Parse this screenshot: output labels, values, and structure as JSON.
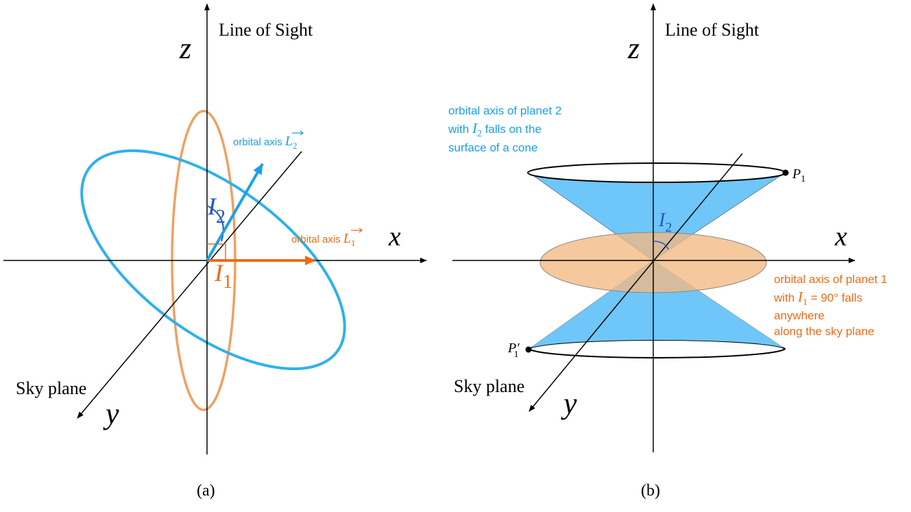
{
  "colors": {
    "orange": "#f0a060",
    "orange_text": "#ee6a15",
    "orange_fill": "#f4bf92",
    "blue": "#2fb0ee",
    "blue_text": "#1aa0e8",
    "blue_fill": "#6ec7f8",
    "dark_blue": "#2255cc",
    "black": "#000000"
  },
  "panel_a": {
    "line_of_sight": "Line of Sight",
    "z_label": "z",
    "x_label": "x",
    "y_label": "y",
    "sky_plane": "Sky plane",
    "orbital_axis_2_text": "orbital axis ",
    "orbital_axis_2_symbol": "L",
    "orbital_axis_2_sub": "2",
    "orbital_axis_1_text": "orbital axis ",
    "orbital_axis_1_symbol": "L",
    "orbital_axis_1_sub": "1",
    "i2_symbol": "I",
    "i2_sub": "2",
    "i1_symbol": "I",
    "i1_sub": "1",
    "caption": "(a)"
  },
  "panel_b": {
    "line_of_sight": "Line of Sight",
    "z_label": "z",
    "x_label": "x",
    "y_label": "y",
    "sky_plane": "Sky plane",
    "planet2_line1": "orbital axis of planet 2",
    "planet2_line2_pre": "with ",
    "planet2_line2_sym": "I",
    "planet2_line2_sub": "2",
    "planet2_line2_post": " falls on the",
    "planet2_line3": "surface of a cone",
    "planet1_line1": "orbital axis of planet 1",
    "planet1_line2_pre": "with ",
    "planet1_line2_sym": "I",
    "planet1_line2_sub": "1",
    "planet1_line2_eq": " = 90° falls",
    "planet1_line3": "anywhere",
    "planet1_line4": "along the sky plane",
    "p1_symbol": "P",
    "p1_sub": "1",
    "p1prime_symbol": "P′",
    "p1prime_sub": "1",
    "i2_symbol": "I",
    "i2_sub": "2",
    "caption": "(b)"
  }
}
